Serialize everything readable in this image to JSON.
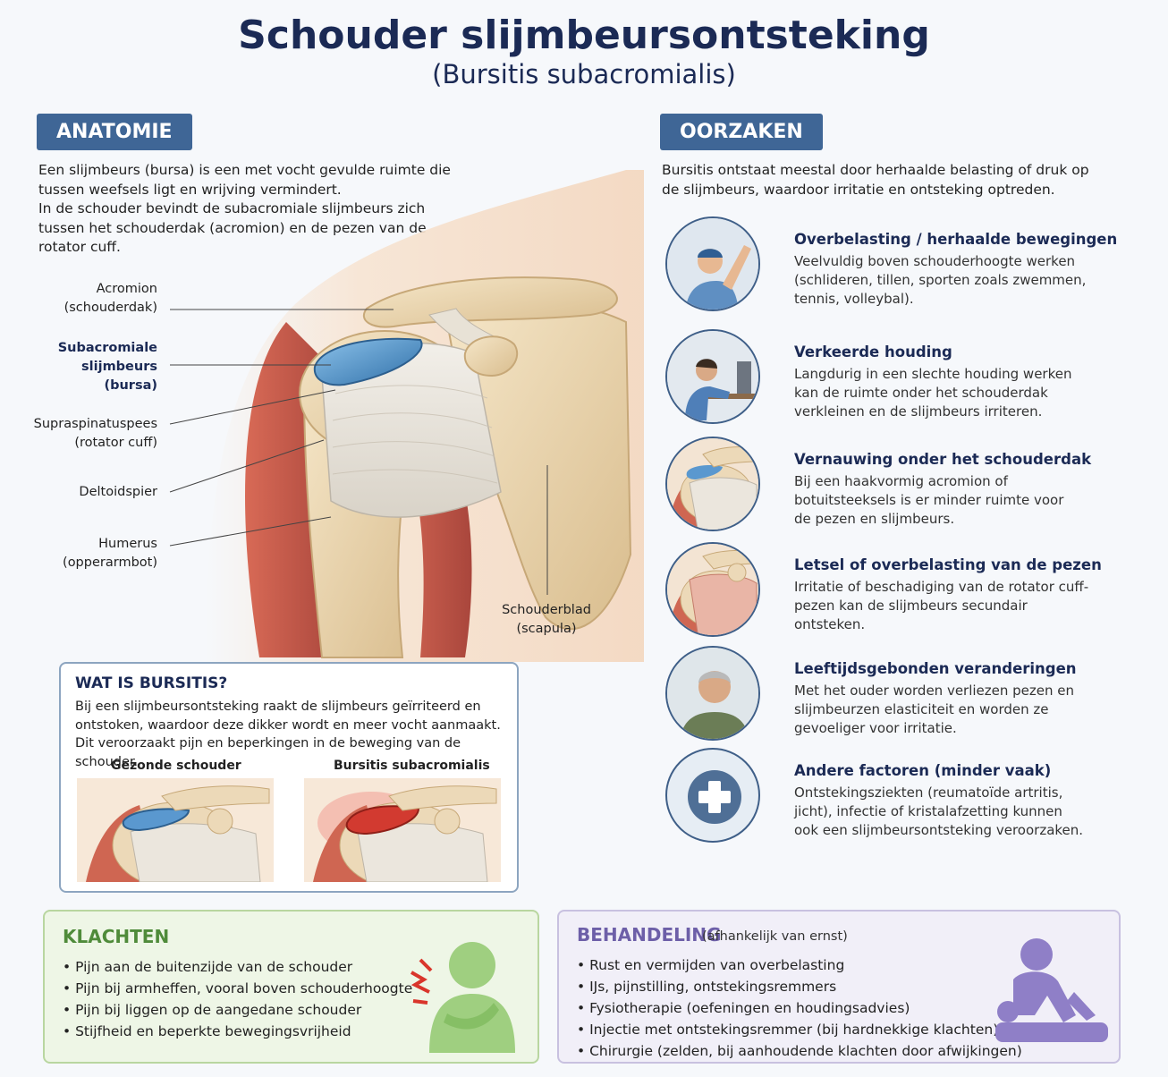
{
  "header": {
    "title": "Schouder slijmbeursontsteking",
    "subtitle": "(Bursitis subacromialis)"
  },
  "anatomy": {
    "tag": "ANATOMIE",
    "intro_lines": [
      "Een slijmbeurs (bursa) is een met vocht gevulde ruimte die",
      "tussen weefsels ligt en wrijving vermindert.",
      "In de schouder bevindt de subacromiale slijmbeurs zich",
      "tussen het schouderdak (acromion) en de pezen van de",
      "rotator cuff."
    ],
    "labels": {
      "acromion_1": "Acromion",
      "acromion_2": "(schouderdak)",
      "bursa_1": "Subacromiale",
      "bursa_2": "slijmbeurs",
      "bursa_3": "(bursa)",
      "supra_1": "Supraspinatuspees",
      "supra_2": "(rotator cuff)",
      "deltoid": "Deltoidspier",
      "humerus_1": "Humerus",
      "humerus_2": "(opperarmbot)",
      "scapula_1": "Schouderblad",
      "scapula_2": "(scapula)"
    }
  },
  "bursitis": {
    "title": "WAT IS BURSITIS?",
    "lines": [
      "Bij een slijmbeursontsteking raakt de slijmbeurs geïrriteerd en",
      "ontstoken, waardoor deze dikker wordt en meer vocht aanmaakt.",
      "Dit veroorzaakt pijn en beperkingen in de beweging van de schouder."
    ],
    "healthy_caption": "Gezonde schouder",
    "inflamed_caption": "Bursitis subacromialis"
  },
  "causes": {
    "tag": "OORZAKEN",
    "intro_lines": [
      "Bursitis ontstaat meestal door herhaalde belasting of druk op",
      "de slijmbeurs, waardoor irritatie en ontsteking optreden."
    ],
    "items": [
      {
        "icon": "overhead-worker-icon",
        "title": "Overbelasting / herhaalde bewegingen",
        "lines": [
          "Veelvuldig boven schouderhoogte werken",
          "(schlideren, tillen, sporten zoals zwemmen,",
          "tennis, volleybal)."
        ]
      },
      {
        "icon": "desk-posture-icon",
        "title": "Verkeerde houding",
        "lines": [
          "Langdurig in een slechte houding werken",
          "kan de ruimte onder het schouderdak",
          "verkleinen en de slijmbeurs irriteren."
        ]
      },
      {
        "icon": "hooked-acromion-icon",
        "title": "Vernauwing onder het schouderdak",
        "lines": [
          "Bij een haakvormig acromion of",
          "botuitsteeksels is er minder ruimte voor",
          "de pezen en slijmbeurs."
        ]
      },
      {
        "icon": "tendon-injury-icon",
        "title": "Letsel of overbelasting van de pezen",
        "lines": [
          "Irritatie of beschadiging van de rotator cuff-",
          "pezen kan de slijmbeurs secundair ontsteken."
        ]
      },
      {
        "icon": "elderly-man-icon",
        "title": "Leeftijdsgebonden veranderingen",
        "lines": [
          "Met het ouder worden verliezen pezen en",
          "slijmbeurzen elasticiteit en worden ze",
          "gevoeliger voor irritatie."
        ]
      },
      {
        "icon": "medical-cross-icon",
        "title": "Andere factoren (minder vaak)",
        "lines": [
          "Ontstekingsziekten (reumatoïde artritis,",
          "jicht), infectie of kristalafzetting kunnen",
          "ook een slijmbeursontsteking veroorzaken."
        ]
      }
    ]
  },
  "complaints": {
    "title": "KLACHTEN",
    "items": [
      "Pijn aan de buitenzijde van de schouder",
      "Pijn bij armheffen, vooral boven schouderhoogte",
      "Pijn bij liggen op de aangedane schouder",
      "Stijfheid en beperkte bewegingsvrijheid"
    ]
  },
  "treatment": {
    "title": "BEHANDELING",
    "subtitle": "(afhankelijk van ernst)",
    "items": [
      "Rust en vermijden van overbelasting",
      "IJs, pijnstilling, ontstekingsremmers",
      "Fysiotherapie (oefeningen en houdingsadvies)",
      "Injectie met ontstekingsremmer (bij hardnekkige klachten)",
      "Chirurgie (zelden, bij aanhoudende klachten door afwijkingen)"
    ]
  },
  "colors": {
    "navy": "#1b2a55",
    "tag_blue": "#3f6696",
    "bone": "#ecd9b8",
    "muscle": "#c8574a",
    "bursa": "#4f8fc6",
    "inflamed": "#d23a30",
    "green": "#4f8b3a",
    "purple": "#6d5fa8"
  }
}
